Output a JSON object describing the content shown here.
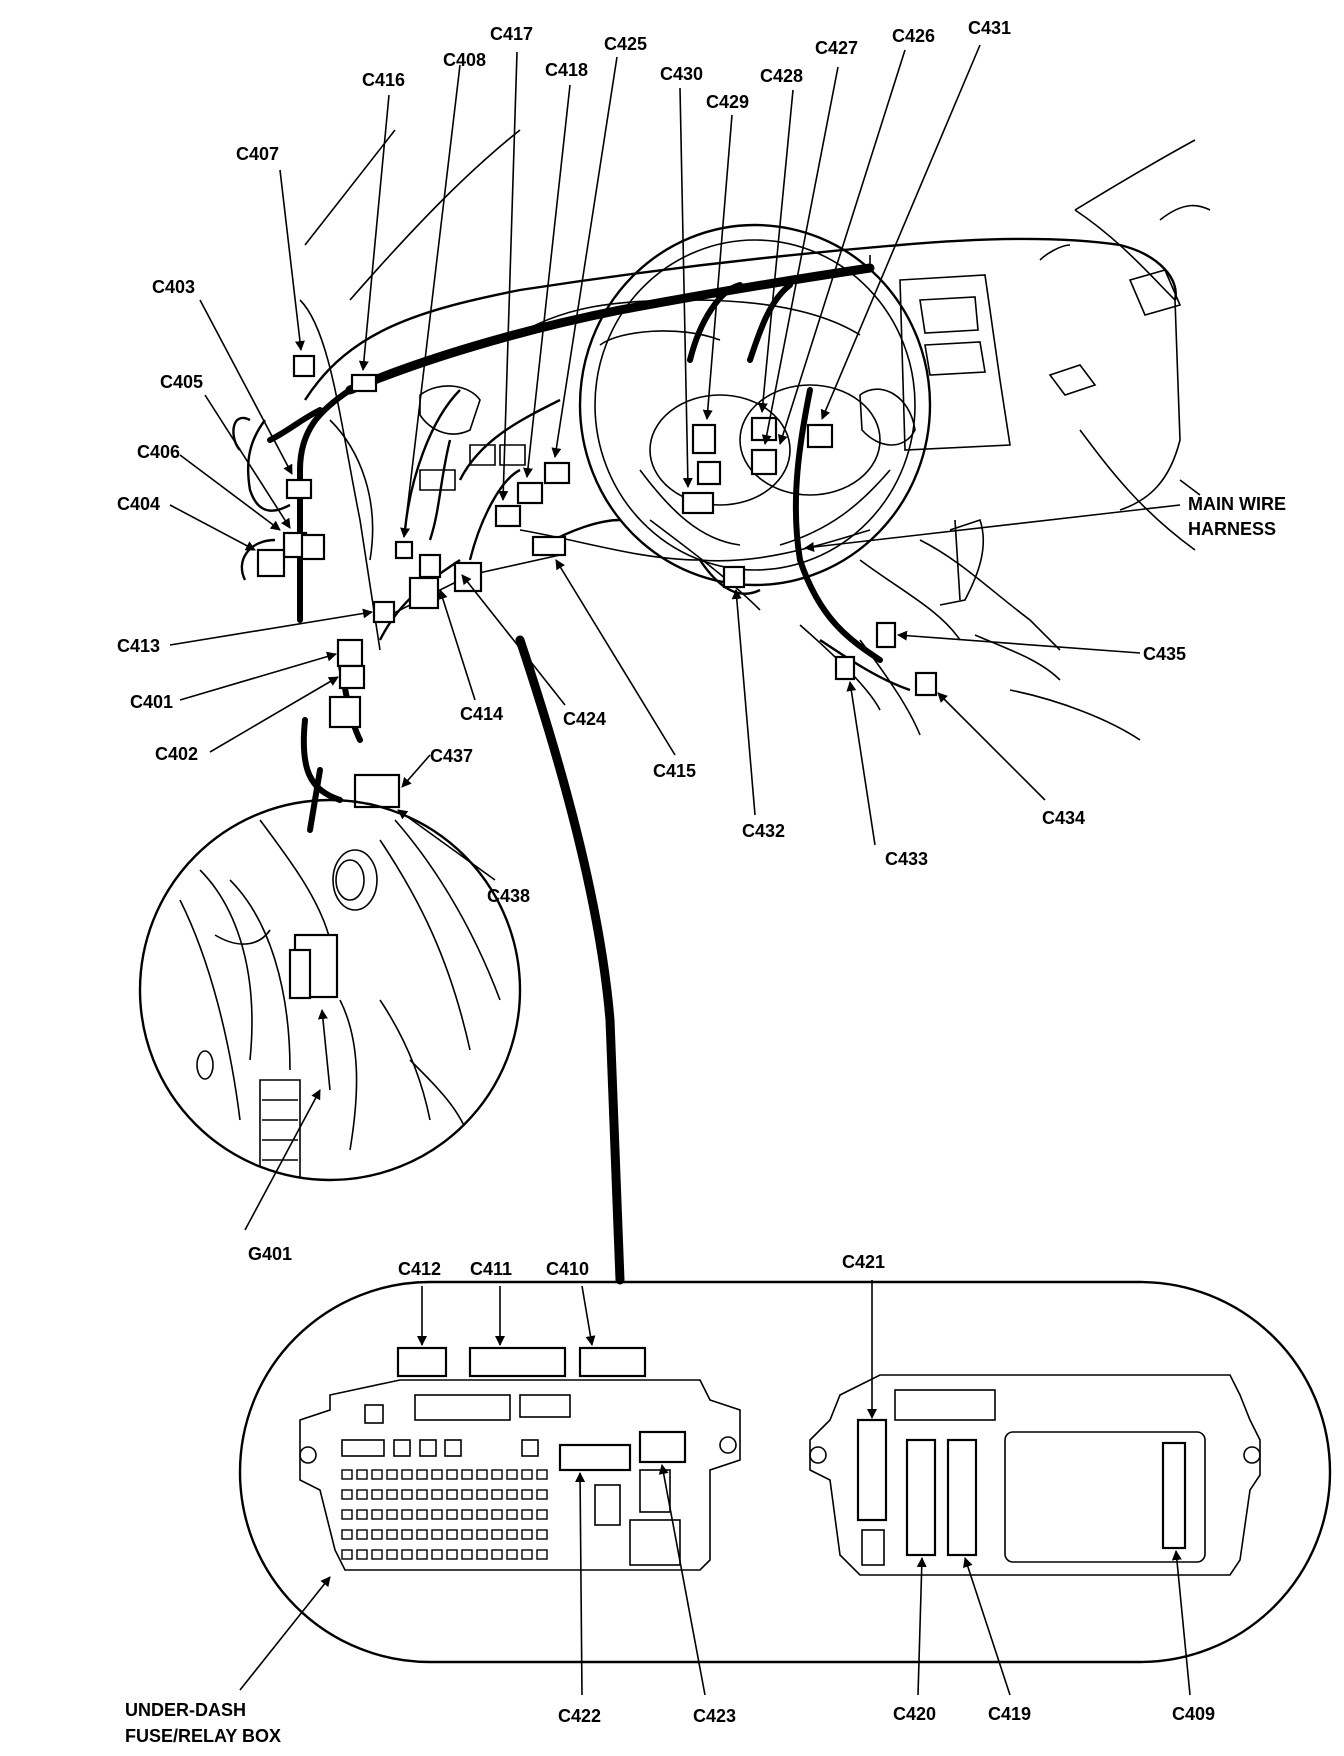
{
  "connectors_top": [
    {
      "id": "c416",
      "label": "C416"
    },
    {
      "id": "c408",
      "label": "C408"
    },
    {
      "id": "c417",
      "label": "C417"
    },
    {
      "id": "c418",
      "label": "C418"
    },
    {
      "id": "c425",
      "label": "C425"
    },
    {
      "id": "c430",
      "label": "C430"
    },
    {
      "id": "c429",
      "label": "C429"
    },
    {
      "id": "c428",
      "label": "C428"
    },
    {
      "id": "c427",
      "label": "C427"
    },
    {
      "id": "c426",
      "label": "C426"
    },
    {
      "id": "c431",
      "label": "C431"
    },
    {
      "id": "c407",
      "label": "C407"
    },
    {
      "id": "c403",
      "label": "C403"
    },
    {
      "id": "c405",
      "label": "C405"
    },
    {
      "id": "c406",
      "label": "C406"
    },
    {
      "id": "c404",
      "label": "C404"
    },
    {
      "id": "c413",
      "label": "C413"
    },
    {
      "id": "c401",
      "label": "C401"
    },
    {
      "id": "c402",
      "label": "C402"
    },
    {
      "id": "c414",
      "label": "C414"
    },
    {
      "id": "c424",
      "label": "C424"
    },
    {
      "id": "c415",
      "label": "C415"
    },
    {
      "id": "c437",
      "label": "C437"
    },
    {
      "id": "c438",
      "label": "C438"
    },
    {
      "id": "c432",
      "label": "C432"
    },
    {
      "id": "c433",
      "label": "C433"
    },
    {
      "id": "c434",
      "label": "C434"
    },
    {
      "id": "c435",
      "label": "C435"
    },
    {
      "id": "g401",
      "label": "G401"
    }
  ],
  "main_harness": {
    "line1": "MAIN WIRE",
    "line2": "HARNESS"
  },
  "fusebox": {
    "top_labels": [
      {
        "id": "c412",
        "label": "C412"
      },
      {
        "id": "c411",
        "label": "C411"
      },
      {
        "id": "c410",
        "label": "C410"
      },
      {
        "id": "c421",
        "label": "C421"
      }
    ],
    "bottom_labels": [
      {
        "id": "c422",
        "label": "C422"
      },
      {
        "id": "c423",
        "label": "C423"
      },
      {
        "id": "c420",
        "label": "C420"
      },
      {
        "id": "c419",
        "label": "C419"
      },
      {
        "id": "c409",
        "label": "C409"
      }
    ],
    "name_line1": "UNDER-DASH",
    "name_line2": "FUSE/RELAY BOX"
  }
}
